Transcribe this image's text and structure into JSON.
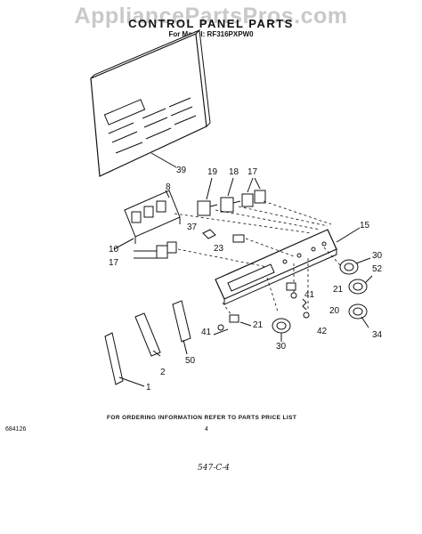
{
  "header": {
    "watermark": "AppliancePartsPros.com",
    "title": "CONTROL PANEL PARTS",
    "model_line": "For Model: RF316PXPW0"
  },
  "callouts": {
    "c39": "39",
    "c19": "19",
    "c18": "18",
    "c17a": "17",
    "c8": "8",
    "c15": "15",
    "c37": "37",
    "c23": "23",
    "c10": "10",
    "c17b": "17",
    "c30a": "30",
    "c52": "52",
    "c41a": "41",
    "c21a": "21",
    "c20": "20",
    "c42": "42",
    "c34": "34",
    "c41b": "41",
    "c21b": "21",
    "c30b": "30",
    "c2": "2",
    "c50": "50",
    "c1": "1"
  },
  "footer": {
    "note": "FOR ORDERING INFORMATION REFER TO PARTS PRICE LIST",
    "page_number": "4",
    "side_code": "684126",
    "handwritten": "547-C-4"
  }
}
